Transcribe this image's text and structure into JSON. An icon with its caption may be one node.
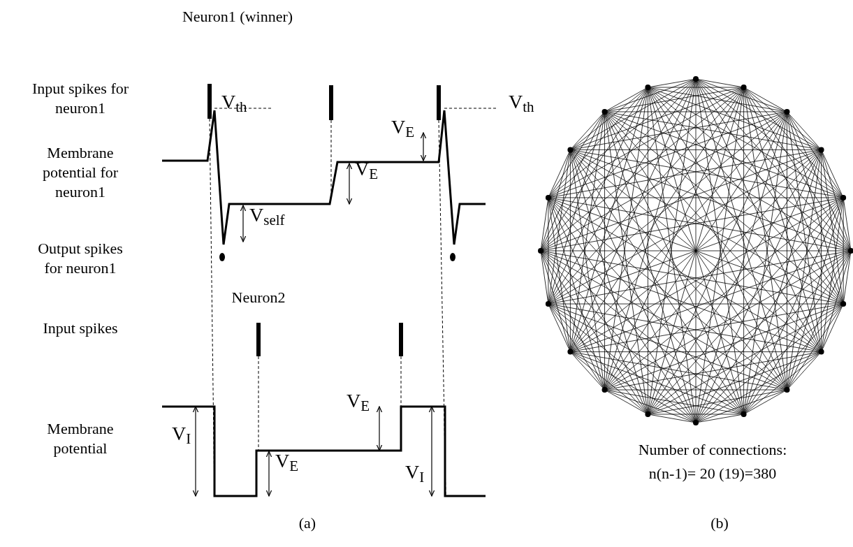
{
  "diagram": {
    "labels": [
      "Neuron1 (winner)",
      "Input spikes for neuron1",
      "V$_{th}$",
      "V$_{th}$",
      "V$_{E}$",
      "Membrane potential  for neuron1",
      "V$_{E}$",
      "V$_{self}$",
      "Output spikes for neuron1",
      "Neuron2",
      "Input spikes",
      "V$_{E}$",
      "Membrane potential",
      "V$_{I}$",
      "V$_{E}$",
      "V$_{I}$",
      "Number of connections:",
      "n(n-1)= 20 (19)=380",
      "(a)",
      "(b)"
    ]
  }
}
